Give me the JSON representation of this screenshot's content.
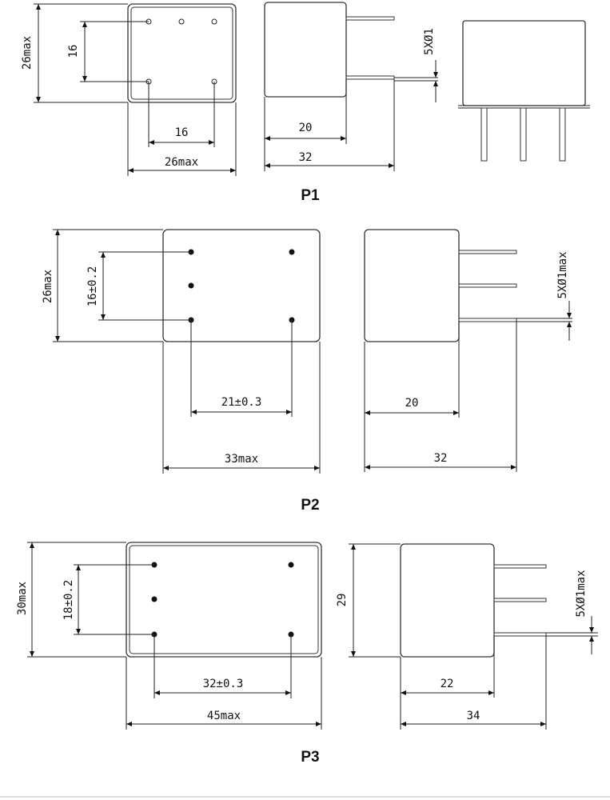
{
  "p1": {
    "caption": "P1",
    "front_height": "26max",
    "front_pin_v": "16",
    "front_pin_h": "16",
    "front_width": "26max",
    "side_body": "20",
    "side_total": "32",
    "side_pin": "5XØ1"
  },
  "p2": {
    "caption": "P2",
    "front_height": "26max",
    "front_pin_v": "16±0.2",
    "front_pin_h": "21±0.3",
    "front_width": "33max",
    "side_body": "20",
    "side_total": "32",
    "side_pin": "5XØ1max"
  },
  "p3": {
    "caption": "P3",
    "front_height": "30max",
    "front_pin_v": "18±0.2",
    "front_pin_h": "32±0.3",
    "front_width": "45max",
    "side_height": "29",
    "side_body": "22",
    "side_total": "34",
    "side_pin": "5XØ1max"
  }
}
